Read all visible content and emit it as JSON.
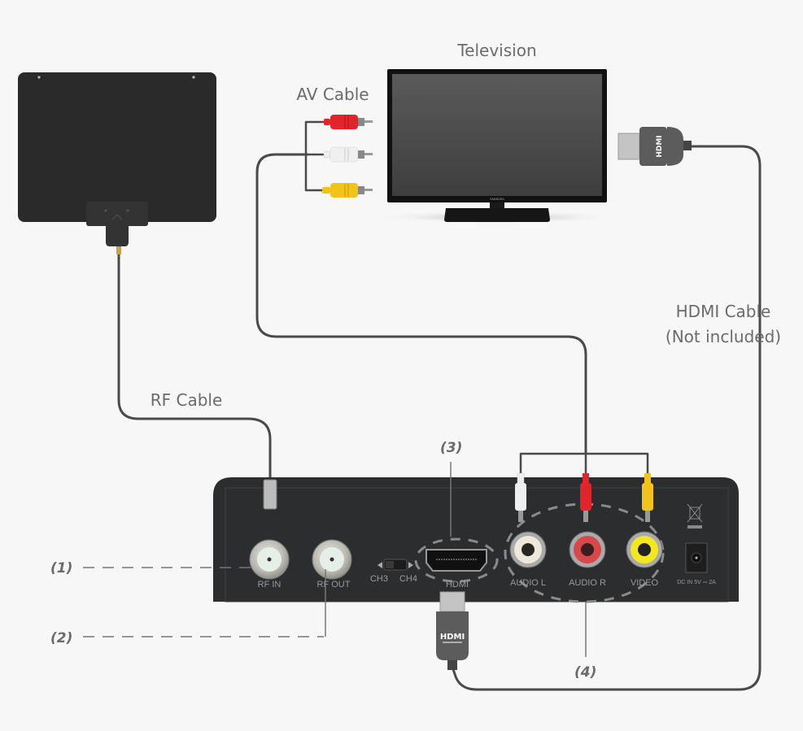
{
  "diagram": {
    "title": "Converter box connection diagram",
    "devices": {
      "antenna": "Flat indoor antenna",
      "television": "Television",
      "tv_brand": "SAMSUNG",
      "converter_box": "Digital converter box (rear panel)"
    },
    "labels": {
      "television": "Television",
      "av_cable": "AV Cable",
      "rf_cable": "RF Cable",
      "hdmi_cable_line1": "HDMI Cable",
      "hdmi_cable_line2": "(Not included)",
      "hdmi_plug_text": "HDMI"
    },
    "callouts": [
      {
        "id": "1",
        "text": "(1)",
        "target": "RF IN"
      },
      {
        "id": "2",
        "text": "(2)",
        "target": "RF OUT"
      },
      {
        "id": "3",
        "text": "(3)",
        "target": "HDMI"
      },
      {
        "id": "4",
        "text": "(4)",
        "target": "AUDIO L / AUDIO R / VIDEO"
      }
    ],
    "ports": {
      "rf_in": "RF IN",
      "rf_out": "RF OUT",
      "ch3": "CH3",
      "ch4": "CH4",
      "hdmi": "HDMI",
      "audio_l": "AUDIO L",
      "audio_r": "AUDIO R",
      "video": "VIDEO",
      "dc_in": "DC IN 5V ⎓ 2A"
    },
    "colors": {
      "background": "#f7f7f7",
      "cable": "#4a4a4a",
      "device_body": "#2b2d2f",
      "rca_red": "#e0262b",
      "rca_white": "#efefef",
      "rca_yellow": "#f2c318",
      "label_text": "#6b6b6b"
    }
  }
}
